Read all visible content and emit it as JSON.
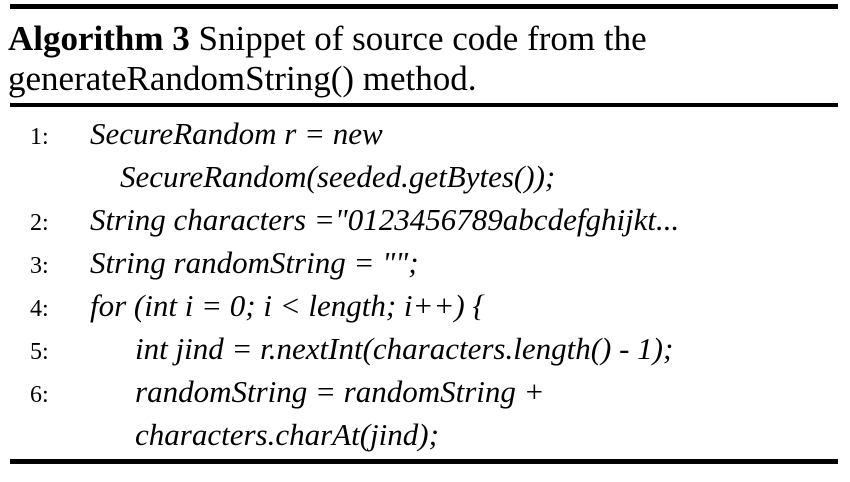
{
  "header": {
    "label": "Algorithm 3",
    "caption_line1": "Snippet of source code from the",
    "caption_line2": "generateRandomString() method."
  },
  "code": {
    "rows": [
      {
        "num": "1:",
        "text": "SecureRandom r = new"
      },
      {
        "num": "",
        "text": "SecureRandom(seeded.getBytes());"
      },
      {
        "num": "2:",
        "text": "String characters =\"0123456789abcdefghijkt..."
      },
      {
        "num": "3:",
        "text": "String randomString = \"\";"
      },
      {
        "num": "4:",
        "text": "for (int i = 0; i < length; i++) {"
      },
      {
        "num": "5:",
        "text": "int jind = r.nextInt(characters.length() - 1);"
      },
      {
        "num": "6:",
        "text": "randomString = randomString +"
      },
      {
        "num": "",
        "text": "characters.charAt(jind);"
      }
    ]
  }
}
